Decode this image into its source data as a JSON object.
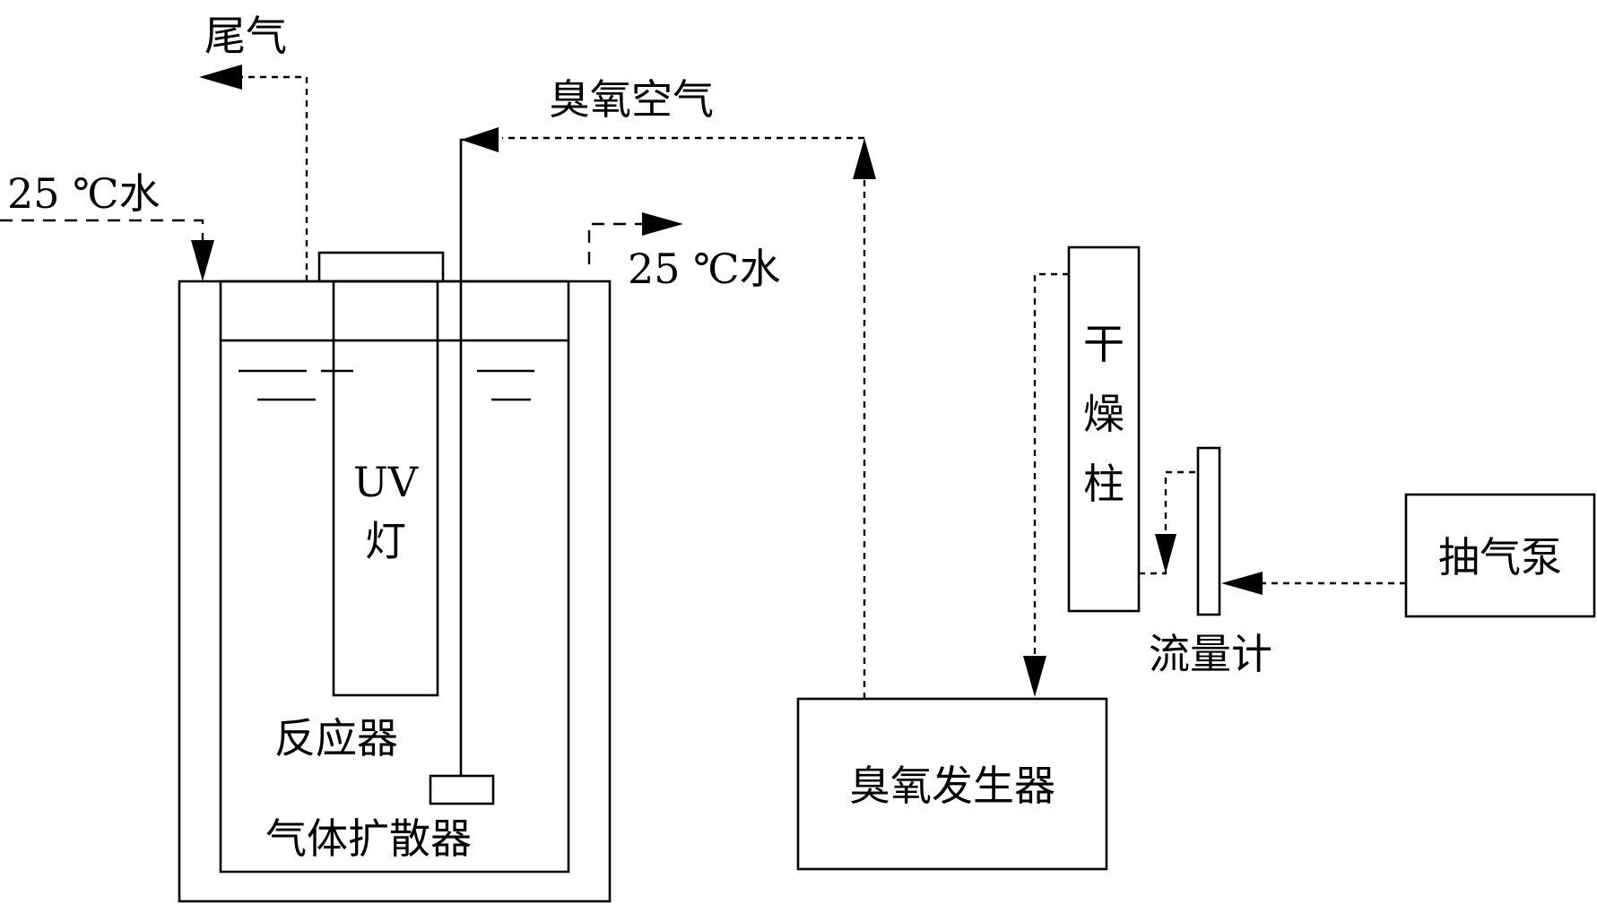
{
  "labels": {
    "tail_gas": "尾气",
    "ozone_air": "臭氧空气",
    "water_in": "25 ℃水",
    "water_out": "25 ℃水",
    "uv_lamp": "UV灯",
    "reactor": "反应器",
    "gas_diffuser": "气体扩散器",
    "ozone_generator": "臭氧发生器",
    "drying_column": "干燥柱",
    "flowmeter": "流量计",
    "air_pump": "抽气泵"
  }
}
